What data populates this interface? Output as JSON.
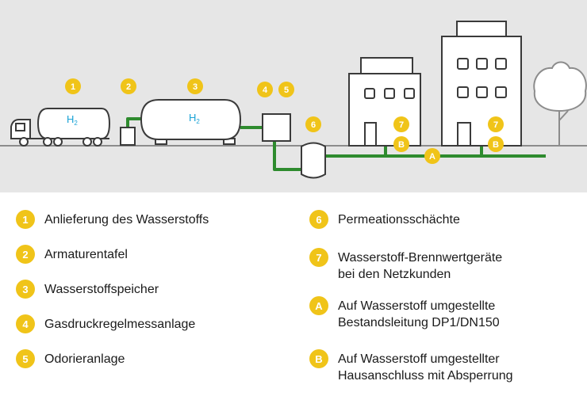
{
  "colors": {
    "badge": "#f0c419",
    "pipe": "#2e8b2e",
    "background": "#e6e6e6",
    "hydrogen_label": "#1aa3d6"
  },
  "diagram": {
    "tank_truck_label": {
      "main": "H",
      "sub": "2"
    },
    "storage_label": {
      "main": "H",
      "sub": "2"
    },
    "badges": {
      "b1": "1",
      "b2": "2",
      "b3": "3",
      "b4": "4",
      "b5": "5",
      "b6": "6",
      "b7a": "7",
      "b7b": "7",
      "bA": "A",
      "bB1": "B",
      "bB2": "B"
    },
    "icons": [
      "truck-icon",
      "panel-icon",
      "storage-tank-icon",
      "regulator-station-icon",
      "shaft-icon",
      "house-icon",
      "apartment-icon",
      "tree-icon"
    ]
  },
  "legend": [
    {
      "badge": "1",
      "text": "Anlieferung des Wasserstoffs"
    },
    {
      "badge": "2",
      "text": "Armaturentafel"
    },
    {
      "badge": "3",
      "text": "Wasserstoffspeicher"
    },
    {
      "badge": "4",
      "text": "Gasdruckregelmessanlage"
    },
    {
      "badge": "5",
      "text": "Odorieranlage"
    },
    {
      "badge": "6",
      "text": "Permeationsschächte"
    },
    {
      "badge": "7",
      "text": "Wasserstoff-Brennwertgeräte\nbei den Netzkunden"
    },
    {
      "badge": "A",
      "text": "Auf Wasserstoff umgestellte\nBestandsleitung DP1/DN150"
    },
    {
      "badge": "B",
      "text": "Auf Wasserstoff umgestellter\nHausanschluss mit Absperrung"
    }
  ]
}
